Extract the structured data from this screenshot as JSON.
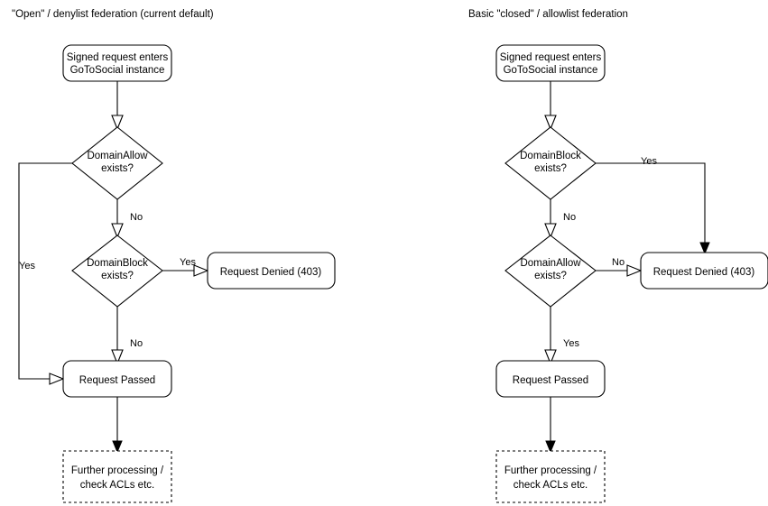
{
  "diagram": {
    "kind": "flowchart",
    "background_color": "#ffffff",
    "stroke_color": "#000000",
    "text_color": "#000000",
    "panels": [
      {
        "id": "open-denylist",
        "title": "\"Open\" / denylist federation (current default)",
        "nodes": {
          "entry": {
            "label_line1": "Signed request enters",
            "label_line2": "GoToSocial instance",
            "shape": "rounded-rect"
          },
          "decision1": {
            "label_line1": "DomainAllow",
            "label_line2": "exists?",
            "shape": "diamond"
          },
          "decision2": {
            "label_line1": "DomainBlock",
            "label_line2": "exists?",
            "shape": "diamond"
          },
          "denied": {
            "label": "Request Denied (403)",
            "shape": "rounded-rect"
          },
          "passed": {
            "label": "Request Passed",
            "shape": "rounded-rect"
          },
          "further": {
            "label_line1": "Further processing /",
            "label_line2": "check ACLs etc.",
            "shape": "dashed-rect"
          }
        },
        "edge_labels": {
          "allow_yes": "Yes",
          "allow_no": "No",
          "block_yes": "Yes",
          "block_no": "No"
        }
      },
      {
        "id": "closed-allowlist",
        "title": "Basic \"closed\" / allowlist federation",
        "nodes": {
          "entry": {
            "label_line1": "Signed request enters",
            "label_line2": "GoToSocial instance",
            "shape": "rounded-rect"
          },
          "decision1": {
            "label_line1": "DomainBlock",
            "label_line2": "exists?",
            "shape": "diamond"
          },
          "decision2": {
            "label_line1": "DomainAllow",
            "label_line2": "exists?",
            "shape": "diamond"
          },
          "denied": {
            "label": "Request Denied (403)",
            "shape": "rounded-rect"
          },
          "passed": {
            "label": "Request Passed",
            "shape": "rounded-rect"
          },
          "further": {
            "label_line1": "Further processing /",
            "label_line2": "check ACLs etc.",
            "shape": "dashed-rect"
          }
        },
        "edge_labels": {
          "block_yes": "Yes",
          "block_no": "No",
          "allow_no": "No",
          "allow_yes": "Yes"
        }
      }
    ]
  }
}
